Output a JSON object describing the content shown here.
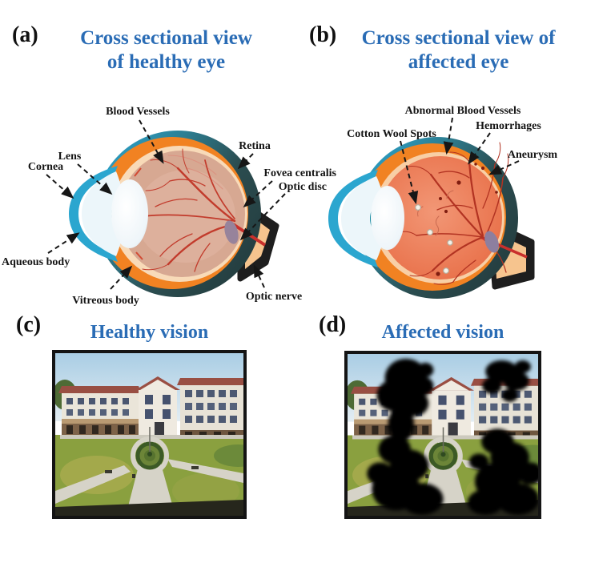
{
  "figure": {
    "panel_a": {
      "letter": "(a)",
      "title_line1": "Cross sectional view",
      "title_line2": "of healthy eye",
      "labels": {
        "blood_vessels": "Blood Vessels",
        "lens": "Lens",
        "cornea": "Cornea",
        "retina": "Retina",
        "fovea_centralis": "Fovea centralis",
        "optic_disc": "Optic disc",
        "aqueous_body": "Aqueous body",
        "vitreous_body": "Vitreous body",
        "optic_nerve": "Optic nerve"
      }
    },
    "panel_b": {
      "letter": "(b)",
      "title_line1": "Cross sectional view of",
      "title_line2": "affected eye",
      "labels": {
        "abnormal_blood_vessels": "Abnormal Blood Vessels",
        "cotton_wool_spots": "Cotton Wool Spots",
        "hemorrhages": "Hemorrhages",
        "aneurysm": "Aneurysm"
      }
    },
    "panel_c": {
      "letter": "(c)",
      "title": "Healthy vision"
    },
    "panel_d": {
      "letter": "(d)",
      "title": "Affected vision"
    }
  },
  "colors": {
    "title_blue": "#2a6cb5",
    "label_text": "#141414",
    "cornea_blue": "#2ba6cf",
    "sclera_dark": "#243b3d",
    "choroid_orange": "#f18222",
    "healthy_retina_tan": "#d7a892",
    "affected_retina_salmon": "#e8744e",
    "vessel_red": "#c23b2c",
    "optic_nerve_peach": "#f6c48e",
    "photo_frame_black": "#141414"
  }
}
